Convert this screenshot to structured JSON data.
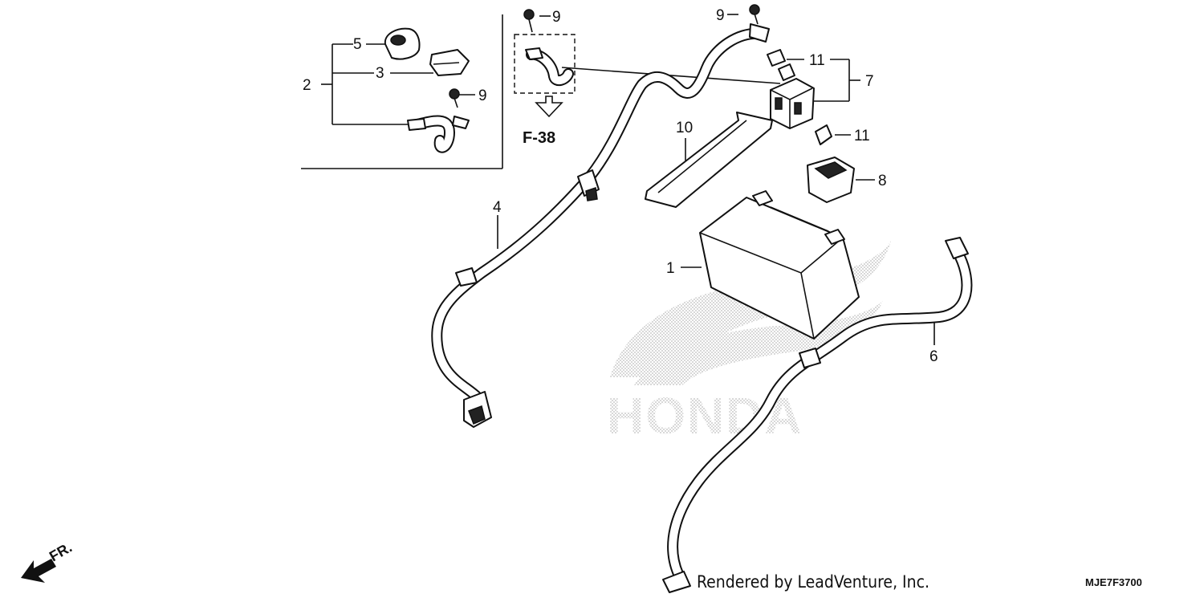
{
  "diagram": {
    "part_numbers": {
      "p1": "1",
      "p2": "2",
      "p3": "3",
      "p4": "4",
      "p5": "5",
      "p6": "6",
      "p7": "7",
      "p8": "8",
      "p9a": "9",
      "p9b": "9",
      "p9c": "9",
      "p10": "10",
      "p11a": "11",
      "p11b": "11"
    },
    "reference_label": "F-38",
    "front_indicator": "FR.",
    "watermark_text": "HONDA",
    "credit": "Rendered by LeadVenture, Inc.",
    "diagram_code": "MJE7F3700"
  }
}
